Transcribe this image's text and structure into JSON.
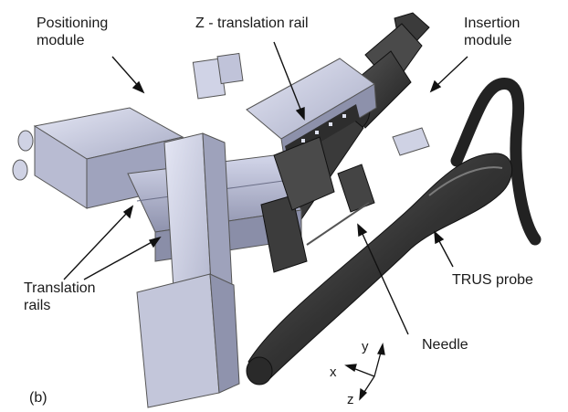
{
  "figure": {
    "panel_label": "(b)",
    "labels": {
      "positioning_module": "Positioning\nmodule",
      "z_translation_rail": "Z - translation rail",
      "insertion_module": "Insertion\nmodule",
      "translation_rails": "Translation\nrails",
      "trus_probe": "TRUS probe",
      "needle": "Needle"
    },
    "axes": {
      "x": "x",
      "y": "y",
      "z": "z"
    }
  }
}
